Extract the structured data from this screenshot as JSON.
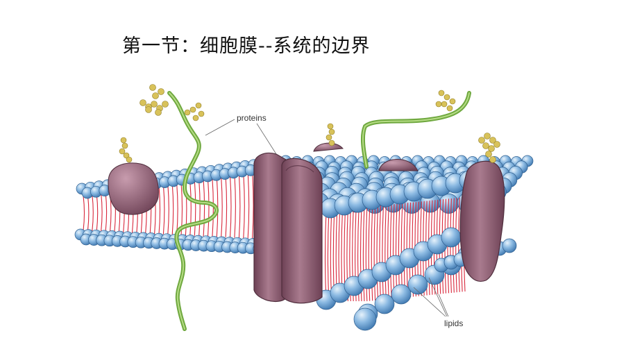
{
  "slide": {
    "title": "第一节：细胞膜--系统的边界"
  },
  "diagram": {
    "labels": {
      "proteins": "proteins",
      "lipids": "lipids"
    },
    "colors": {
      "lipid_head": "#6fa6d6",
      "lipid_head_light": "#cfe5f7",
      "lipid_tail": "#d8263a",
      "protein": "#8e5a6e",
      "protein_light": "#b88a9c",
      "glycan_chain": "#7fb349",
      "sugar_bead": "#d8c25a"
    }
  }
}
